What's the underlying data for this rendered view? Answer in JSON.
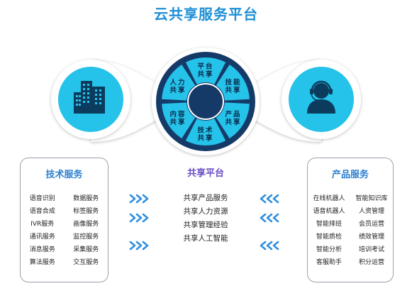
{
  "title": "云共享服务平台",
  "hub": {
    "segments": [
      {
        "lines": [
          "平台",
          "共享"
        ]
      },
      {
        "lines": [
          "技能",
          "共享"
        ]
      },
      {
        "lines": [
          "产品",
          "共享"
        ]
      },
      {
        "lines": [
          "技术",
          "共享"
        ]
      },
      {
        "lines": [
          "内容",
          "共享"
        ]
      },
      {
        "lines": [
          "人力",
          "共享"
        ]
      }
    ]
  },
  "left_icon": "building-icon",
  "right_icon": "headset-agent-icon",
  "panels": {
    "tech": {
      "title": "技术服务",
      "items": [
        "语音识别",
        "数据服务",
        "语音合成",
        "标签服务",
        "IVR服务",
        "画像服务",
        "通讯服务",
        "监控服务",
        "消息服务",
        "采集服务",
        "算法服务",
        "交互服务"
      ]
    },
    "platform": {
      "title": "共享平台",
      "items": [
        "共享产品服务",
        "共享人力资源",
        "共享管理经验",
        "共享人工智能"
      ]
    },
    "product": {
      "title": "产品服务",
      "items": [
        "在线机器人",
        "智能知识库",
        "语音机器人",
        "人资管理",
        "智能排班",
        "会员运营",
        "智能质检",
        "绩效管理",
        "智能分析",
        "培训考试",
        "客服助手",
        "积分运营"
      ]
    }
  },
  "colors": {
    "title": "#1e8fd6",
    "teal": "#25c2ea",
    "navy": "#153a68",
    "panel_title": "#2b7fd0",
    "platform_title": "#6a4fc4",
    "arrow": "#2f8fe0"
  }
}
